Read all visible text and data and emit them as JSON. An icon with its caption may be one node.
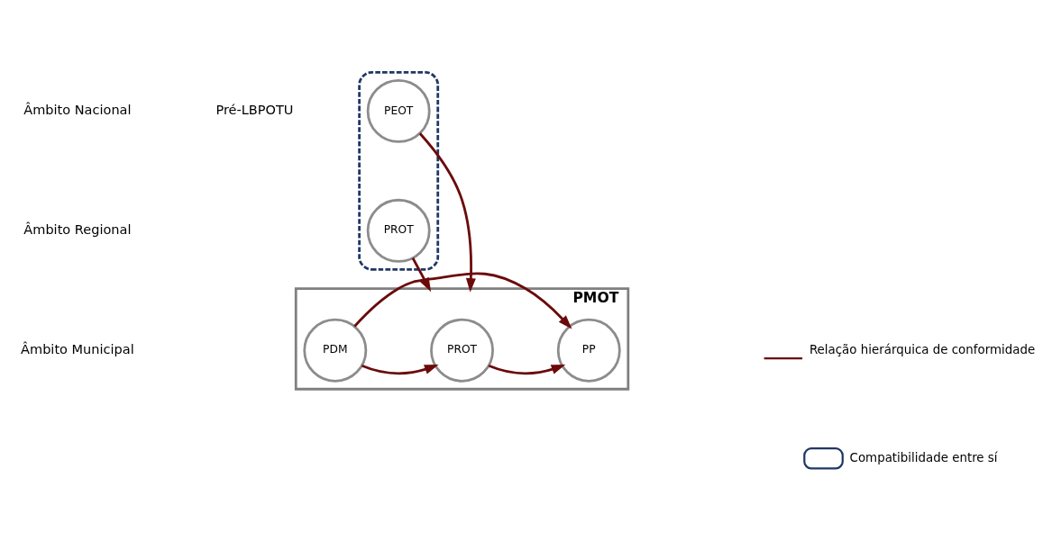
{
  "diagram": {
    "nodes": [
      {
        "text": [],
        "shape": "box"
      },
      {
        "text": [
          "PEOT"
        ],
        "in": 0
      },
      {
        "text": [
          "PROT"
        ],
        "in": 0
      },
      {
        "text": [
          "PMOT"
        ]
      },
      {
        "text": [
          "PDM"
        ],
        "in": 3
      },
      {
        "text": [
          "PROT"
        ],
        "in": 3
      },
      {
        "text": [
          "PP"
        ],
        "in": 3
      }
    ],
    "edges": [
      {
        "from": 2,
        "to": 3,
        "arrow": "to"
      },
      {
        "from": 1,
        "to": 3,
        "arrow": "to"
      },
      {
        "from": 4,
        "to": 5,
        "arrow": "to"
      },
      {
        "from": 5,
        "to": 6,
        "arrow": "to"
      },
      {
        "from": 4,
        "to": 6,
        "arrow": "to"
      }
    ],
    "labels": [
      "Âmbito Nacional",
      "Pré-LBPOTU",
      "Âmbito Regional",
      "Âmbito Municipal"
    ],
    "legend": [
      {
        "text": "Relação hierárquica de conformidade"
      },
      {
        "text": "Compatibilidade entre sí"
      }
    ]
  }
}
